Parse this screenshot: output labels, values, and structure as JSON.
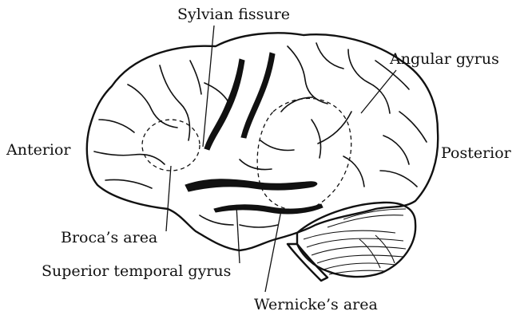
{
  "labels": {
    "sylvian_fissure": "Sylvian fissure",
    "angular_gyrus": "Angular gyrus",
    "anterior": "Anterior",
    "posterior": "Posterior",
    "brocas_area": "Broca’s area",
    "superior_temporal_gyrus": "Superior temporal gyrus",
    "wernickes_area": "Wernicke’s area"
  }
}
